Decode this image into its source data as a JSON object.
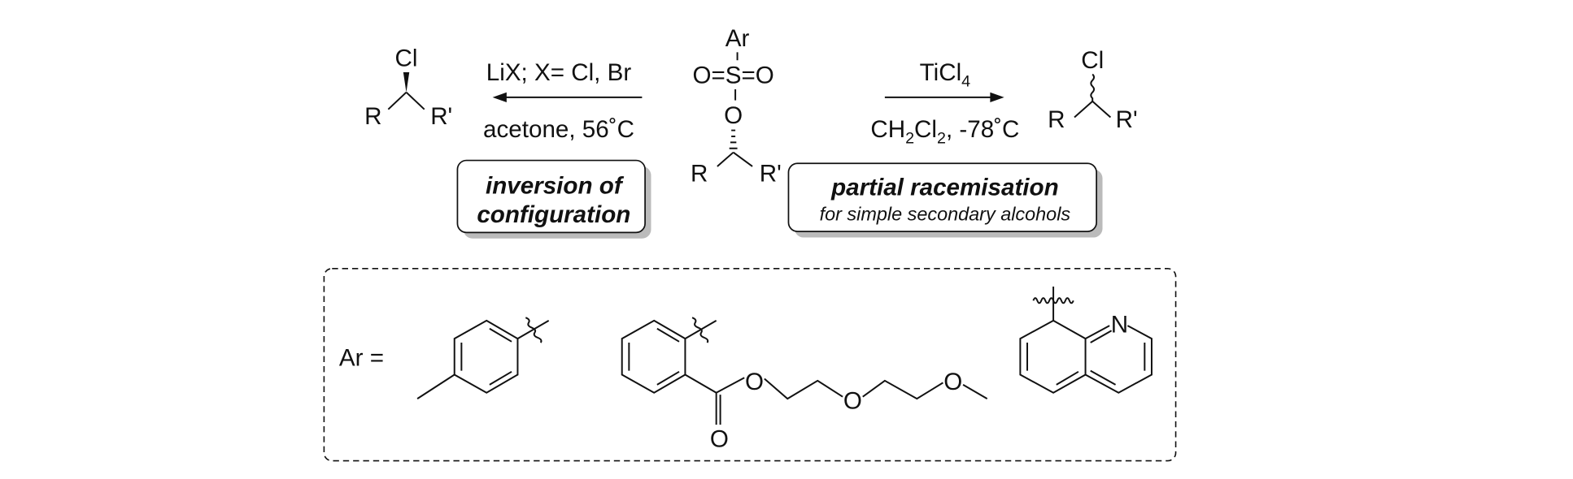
{
  "left_product": {
    "cl": "Cl",
    "r": "R",
    "r2": "R'"
  },
  "left_conditions": {
    "above": "LiX; X= Cl, Br",
    "below": "acetone, 56˚C"
  },
  "left_box": {
    "line1": "inversion of",
    "line2": "configuration"
  },
  "substrate": {
    "ar": "Ar",
    "sulfonyl": "O=S=O",
    "o": "O",
    "r": "R",
    "r2": "R'"
  },
  "right_conditions": {
    "above_main": "TiCl",
    "above_sub": "4",
    "below_1": "CH",
    "below_1_sub": "2",
    "below_2": "Cl",
    "below_2_sub": "2",
    "below_3": ", -78˚C"
  },
  "right_product": {
    "cl": "Cl",
    "r": "R",
    "r2": "R'"
  },
  "right_box": {
    "line1": "partial racemisation",
    "line2": "for simple secondary alcohols"
  },
  "ar_panel": {
    "label": "Ar =",
    "ester_o_carbonyl": "O",
    "ester_o": "O",
    "ether_o1": "O",
    "ether_o2": "O",
    "quinoline_n": "N"
  }
}
